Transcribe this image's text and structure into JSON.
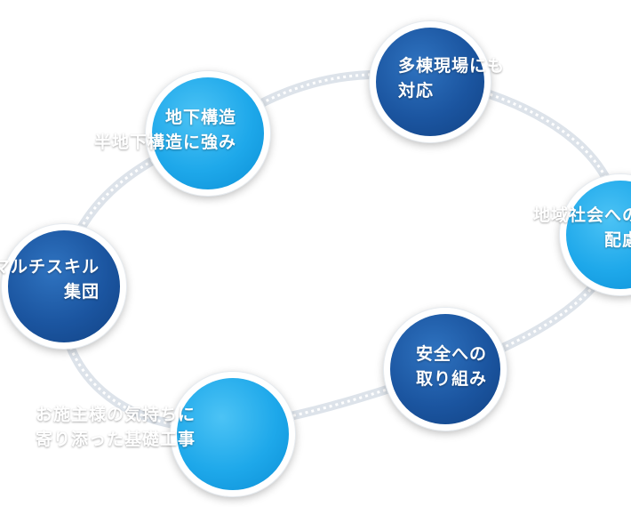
{
  "nodes": [
    {
      "id": "multi-site",
      "lines": [
        "多棟現場にも",
        "対応"
      ],
      "color": "dark"
    },
    {
      "id": "community",
      "lines": [
        "地域社会への",
        "配慮"
      ],
      "color": "light"
    },
    {
      "id": "safety",
      "lines": [
        "安全への",
        "取り組み"
      ],
      "color": "dark"
    },
    {
      "id": "foundation",
      "lines": [
        "お施主様の気持ちに",
        "寄り添った基礎工事"
      ],
      "color": "light"
    },
    {
      "id": "multi-skill",
      "lines": [
        "マルチスキル",
        "集団"
      ],
      "color": "dark"
    },
    {
      "id": "underground",
      "lines": [
        "地下構造",
        "半地下構造に強み"
      ],
      "color": "light"
    }
  ],
  "colors": {
    "dark_blue": "#1b55a0",
    "light_blue": "#1ea8ea",
    "ring": "#dde3ea"
  }
}
